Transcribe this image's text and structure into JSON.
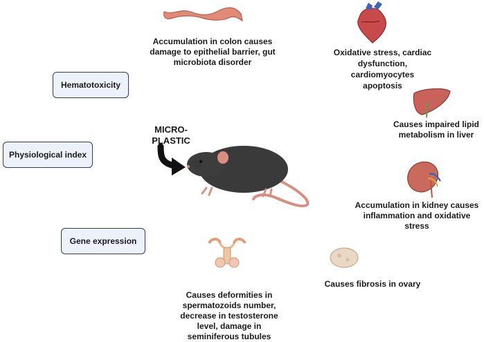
{
  "labels": {
    "hematotoxicity": "Hematotoxicity",
    "physiological_index": "Physiological index",
    "gene_expression": "Gene expression",
    "microplastic_line1": "MICRO-",
    "microplastic_line2": "PLASTIC"
  },
  "effects": {
    "colon": "Accumulation in colon causes damage to epithelial barrier, gut microbiota disorder",
    "heart_line1": "Oxidative stress, cardiac",
    "heart_line2": "dysfunction,  cardiomyocytes",
    "heart_line3": "apoptosis",
    "liver": "Causes impaired lipid metabolism in liver",
    "kidney": "Accumulation in kidney causes inflammation and oxidative stress",
    "ovary": "Causes fibrosis in ovary",
    "testis": "Causes deformities in spermatozoids number, decrease in testosterone level, damage in seminiferous tubules"
  },
  "icons": [
    "colon-icon",
    "heart-icon",
    "liver-icon",
    "kidney-icon",
    "ovary-icon",
    "male-reproductive-icon",
    "mouse-icon",
    "curved-arrow-icon"
  ],
  "colors": {
    "box_fill": "#edf2fa",
    "box_border": "#2f3e55",
    "organ_pink": "#d9776a",
    "mouse_body": "#3a3a3a"
  }
}
